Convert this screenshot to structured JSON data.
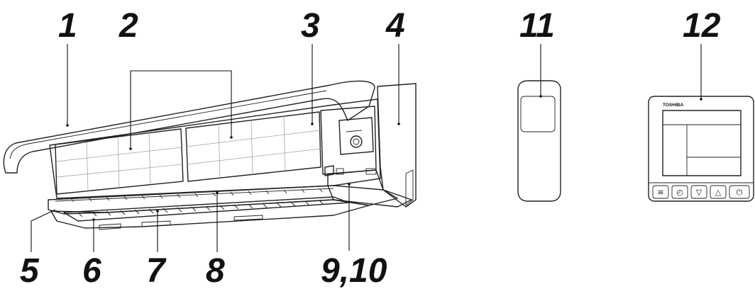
{
  "callouts": [
    "1",
    "2",
    "3",
    "4",
    "5",
    "6",
    "7",
    "8",
    "9,10",
    "11",
    "12"
  ],
  "controller": {
    "brand": "TOSHIBA",
    "buttons": [
      {
        "name": "menu-icon",
        "glyph": "≡"
      },
      {
        "name": "clock-icon",
        "glyph": "◴"
      },
      {
        "name": "down-triangle-icon",
        "glyph": "▽"
      },
      {
        "name": "up-triangle-icon",
        "glyph": "△"
      },
      {
        "name": "power-icon",
        "glyph": "⏻"
      }
    ]
  },
  "colors": {
    "line": "#222222",
    "fill": "#ffffff",
    "filter_mesh": "#9a9a9a"
  }
}
